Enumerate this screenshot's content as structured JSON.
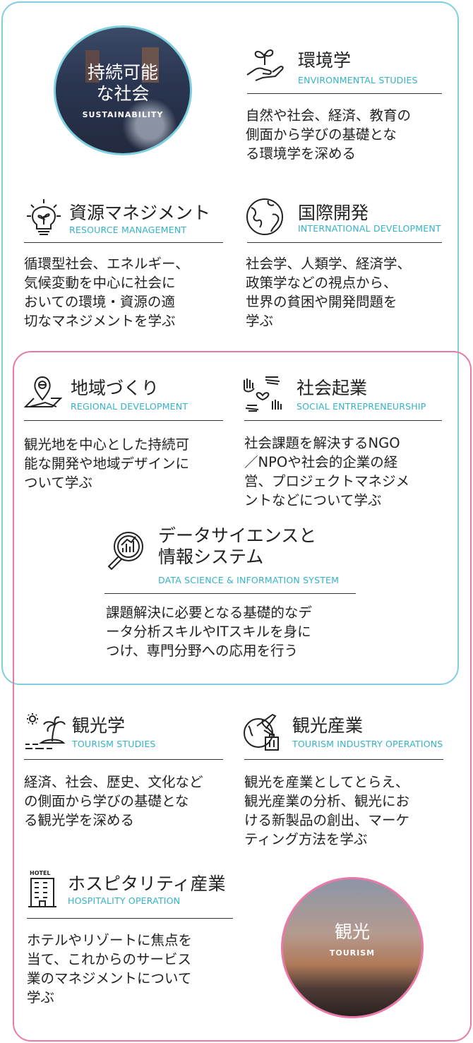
{
  "colors": {
    "sustainability_accent": "#7ed0e0",
    "tourism_accent": "#e979a9"
  },
  "sustainability": {
    "title": "持続可能\nな社会",
    "subtitle": "SUSTAINABILITY"
  },
  "tourism": {
    "title": "観光",
    "subtitle": "TOURISM"
  },
  "fields": {
    "environmental": {
      "icon": "plant-in-hand-icon",
      "title": "環境学",
      "subtitle": "ENVIRONMENTAL STUDIES",
      "description": "自然や社会、経済、教育の\n側面から学びの基礎とな\nる環境学を深める"
    },
    "resource": {
      "icon": "lightbulb-leaf-icon",
      "title": "資源マネジメント",
      "subtitle": "RESOURCE MANAGEMENT",
      "description": "循環型社会、エネルギー、\n気候変動を中心に社会に\nおいての環境・資源の適\n切なマネジメントを学ぶ"
    },
    "international": {
      "icon": "globe-icon",
      "title": "国際開発",
      "subtitle": "INTERNATIONAL DEVELOPMENT",
      "description": "社会学、人類学、経済学、\n政策学などの視点から、\n世界の貧困や開発問題を\n学ぶ"
    },
    "regional": {
      "icon": "map-pin-icon",
      "title": "地域づくり",
      "subtitle": "REGIONAL DEVELOPMENT",
      "description": "観光地を中心とした持続可\n能な開発や地域デザインに\nついて学ぶ"
    },
    "social": {
      "icon": "hands-heart-icon",
      "title": "社会起業",
      "subtitle": "SOCIAL ENTREPRENEURSHIP",
      "description": "社会課題を解決するNGO\n／NPOや社会的企業の経\n営、プロジェクトマネジメ\nントなどについて学ぶ"
    },
    "data_science": {
      "icon": "magnifier-chart-icon",
      "title": "データサイエンスと\n情報システム",
      "subtitle": "DATA SCIENCE & INFORMATION SYSTEM",
      "description": "課題解決に必要となる基礎的なデ\nータ分析スキルやITスキルを身に\nつけ、専門分野への応用を行う"
    },
    "tourism_studies": {
      "icon": "palm-island-icon",
      "title": "観光学",
      "subtitle": "TOURISM STUDIES",
      "description": "経済、社会、歴史、文化など\nの側面から学びの基礎とな\nる観光学を深める"
    },
    "tourism_industry": {
      "icon": "globe-plane-luggage-icon",
      "title": "観光産業",
      "subtitle": "TOURISM INDUSTRY OPERATIONS",
      "description": "観光を産業としてとらえ、\n観光産業の分析、観光にお\nける新製品の創出、マーケ\nティング方法を学ぶ"
    },
    "hospitality": {
      "icon": "hotel-building-icon",
      "icon_text": "HOTEL",
      "title": "ホスピタリティ産業",
      "subtitle": "HOSPITALITY OPERATION",
      "description": "ホテルやリゾートに焦点を\n当て、これからのサービス\n業のマネジメントについて\n学ぶ"
    }
  }
}
